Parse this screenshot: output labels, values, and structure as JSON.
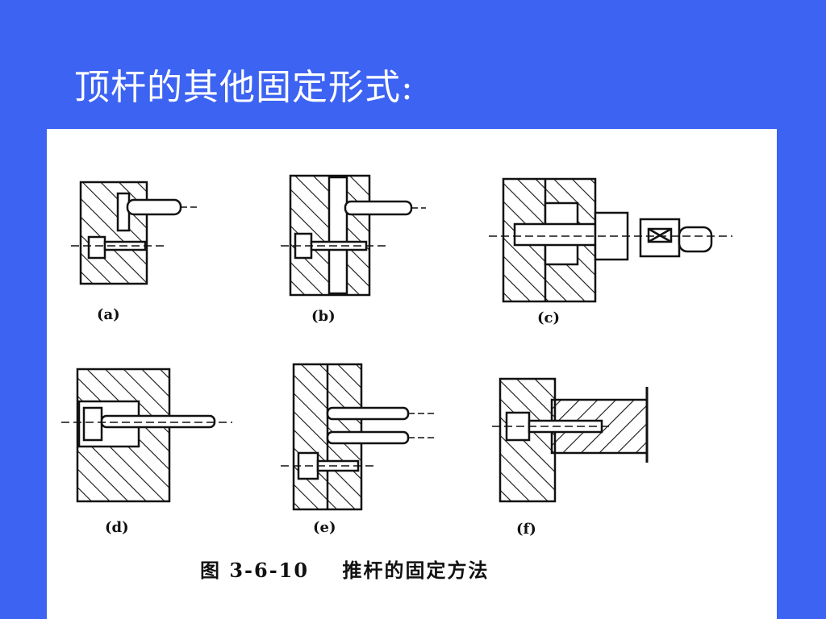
{
  "slide": {
    "title": "顶杆的其他固定形式:"
  },
  "figure": {
    "caption": "图 3-6-10    推杆的固定方法",
    "sub_labels": {
      "a": "(a)",
      "b": "(b)",
      "c": "(c)",
      "d": "(d)",
      "e": "(e)",
      "f": "(f)"
    }
  },
  "colors": {
    "background": "#3d63f2",
    "panel": "#ffffff",
    "ink": "#111111"
  }
}
